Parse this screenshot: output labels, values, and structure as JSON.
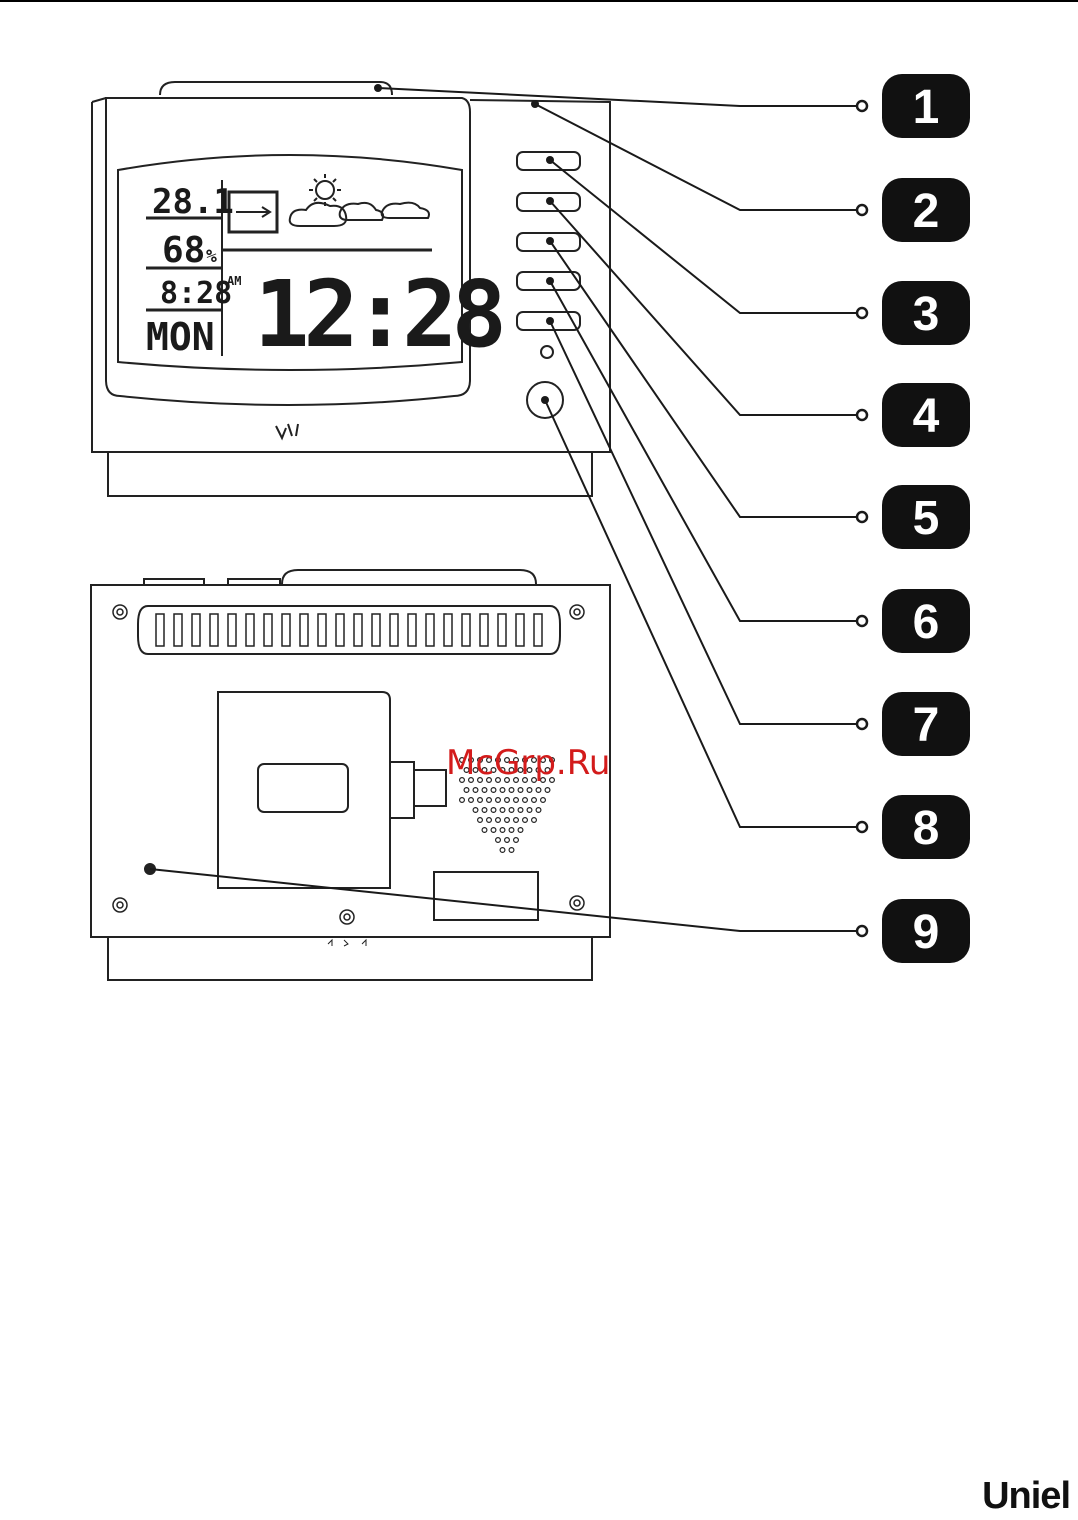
{
  "display": {
    "temperature": "28.1",
    "humidity": "68",
    "humidity_unit": "%",
    "small_time": "8:28",
    "weekday": "MON",
    "ampm": "AM",
    "main_time": "12:28"
  },
  "callouts": [
    "1",
    "2",
    "3",
    "4",
    "5",
    "6",
    "7",
    "8",
    "9"
  ],
  "watermark": "McGrp.Ru",
  "brand": "Uniel",
  "colors": {
    "badge": "#111111",
    "line": "#1a1a1a",
    "watermark": "#d31b1b"
  }
}
